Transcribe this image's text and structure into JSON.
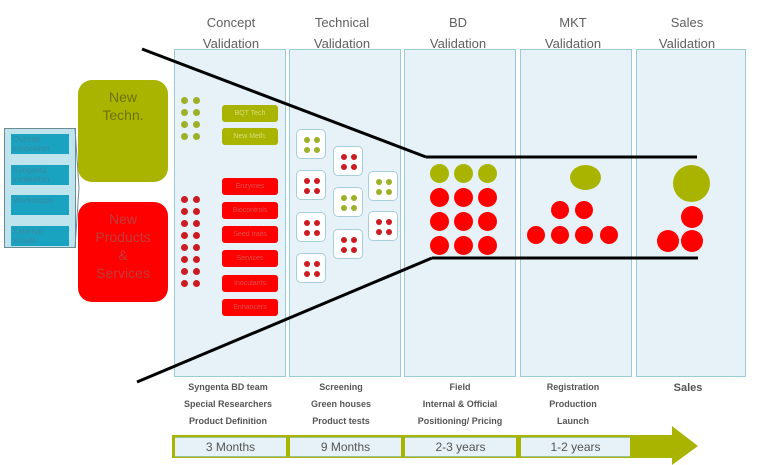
{
  "stages": [
    {
      "line1": "Concept",
      "line2": "Validation"
    },
    {
      "line1": "Technical",
      "line2": "Validation"
    },
    {
      "line1": "BD",
      "line2": "Validation"
    },
    {
      "line1": "MKT",
      "line2": "Validation"
    },
    {
      "line1": "Sales",
      "line2": "Validation"
    }
  ],
  "sources": [
    {
      "label": "Outside innovation"
    },
    {
      "label": "Syngenta innovation"
    },
    {
      "label": "Workshops"
    },
    {
      "label": "External scouts"
    }
  ],
  "new_techn": {
    "label_line1": "New",
    "label_line2": "Techn."
  },
  "new_products": {
    "line1": "New",
    "line2": "Products",
    "line3": "&",
    "line4": "Services"
  },
  "tech_tags": [
    "BQT Tech",
    "New Meth."
  ],
  "product_tags": [
    "Enzymes",
    "Biocontrols",
    "Seed traits",
    "Services",
    "Inoculants",
    "Enhancers"
  ],
  "activities": [
    {
      "lines": [
        "Syngenta BD team",
        "Special Researchers",
        "Product Definition"
      ]
    },
    {
      "lines": [
        "Screening",
        "Green houses",
        "Product tests"
      ]
    },
    {
      "lines": [
        "Field",
        "Internal & Official",
        "Positioning/ Pricing"
      ]
    },
    {
      "lines": [
        "Registration",
        "Production",
        "Launch"
      ]
    },
    {
      "lines": [
        "Sales"
      ]
    }
  ],
  "timeline": [
    "3 Months",
    "9 Months",
    "2-3 years",
    "1-2 years"
  ],
  "colors": {
    "green": "#a9b400",
    "red": "#ff0000",
    "column_fill": "#e6f2f7",
    "source_fill": "#1aa3c0"
  },
  "funnel_counts": {
    "concept_green_dots": 8,
    "concept_red_dots": 16,
    "technical_green_dice": 3,
    "technical_red_dice": 6,
    "bd_green": 3,
    "bd_red": 9,
    "mkt_green": 1,
    "mkt_red": 6,
    "sales_green": 1,
    "sales_red": 3
  }
}
